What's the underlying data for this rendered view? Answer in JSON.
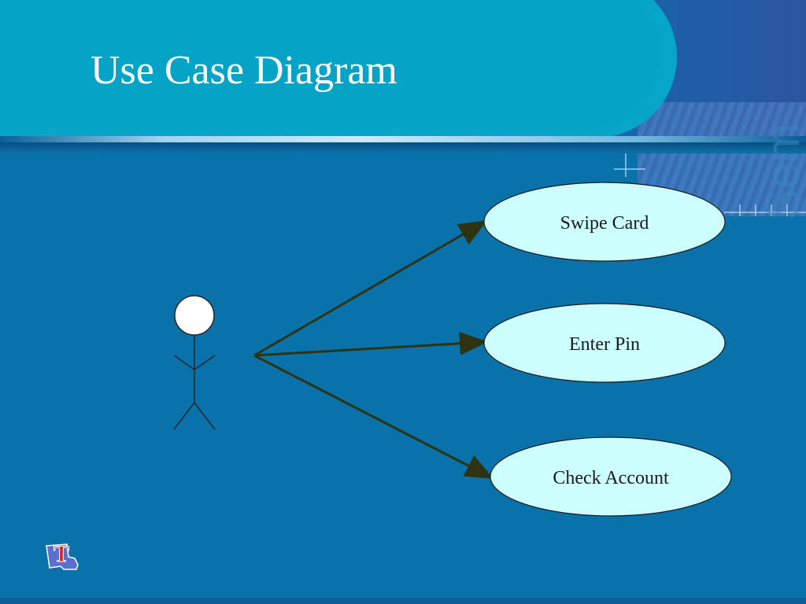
{
  "slide": {
    "title": "Use Case Diagram",
    "watermark_text": "Sem"
  },
  "diagram": {
    "actor": {
      "label": ""
    },
    "use_cases": [
      {
        "id": "swipe-card",
        "label": "Swipe Card"
      },
      {
        "id": "enter-pin",
        "label": "Enter Pin"
      },
      {
        "id": "check-account",
        "label": "Check Account"
      }
    ]
  },
  "logo": {
    "letter": "T"
  },
  "colors": {
    "background": "#0a72ab",
    "header": "#05a3c6",
    "ellipse_fill": "#ccffff",
    "arrow": "#2e3412",
    "title_text": "#ffffff"
  }
}
